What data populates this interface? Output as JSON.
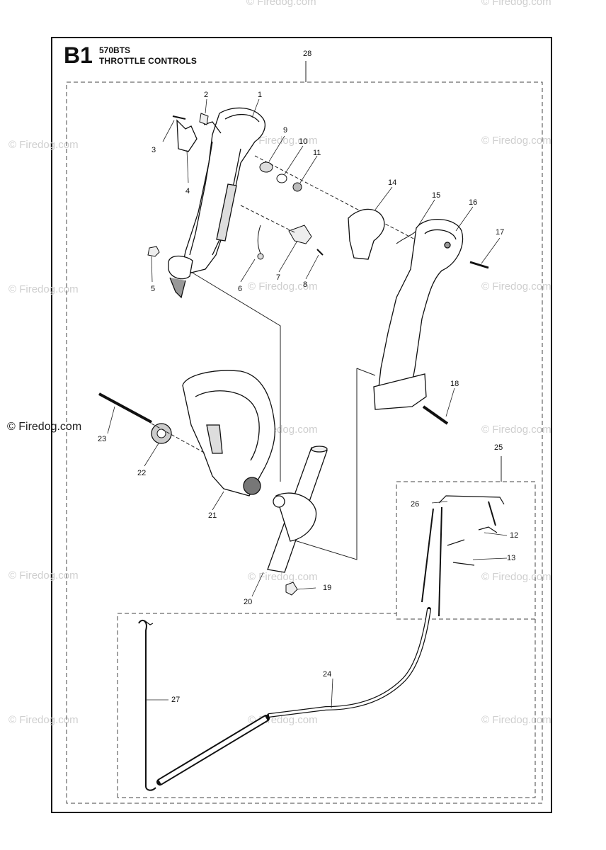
{
  "header": {
    "section_code": "B1",
    "model": "570BTS",
    "title": "THROTTLE CONTROLS"
  },
  "watermarks": {
    "light": "© Firedog.com",
    "dark": "© Firedog.com"
  },
  "callouts": [
    "1",
    "2",
    "3",
    "4",
    "5",
    "6",
    "7",
    "8",
    "9",
    "10",
    "11",
    "12",
    "13",
    "14",
    "15",
    "16",
    "17",
    "18",
    "19",
    "20",
    "21",
    "22",
    "23",
    "24",
    "25",
    "26",
    "27",
    "28"
  ]
}
